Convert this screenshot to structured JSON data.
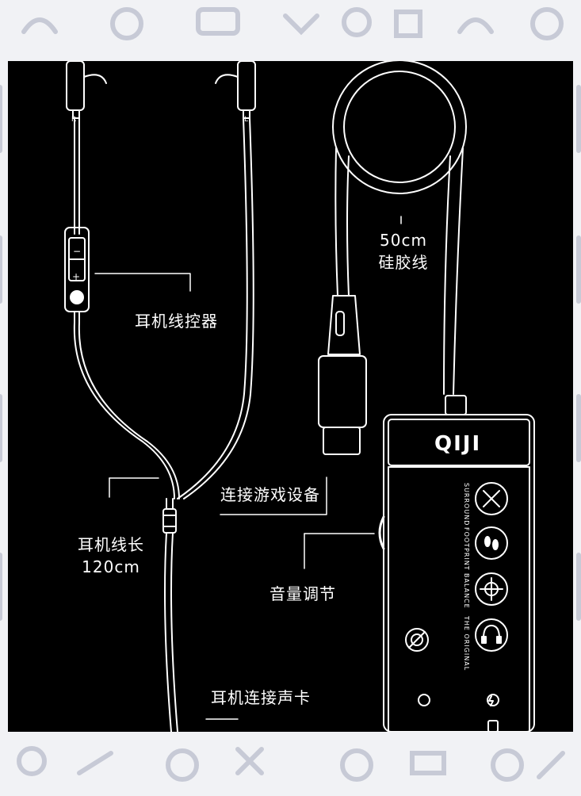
{
  "brand": {
    "logo_text": "QIJI"
  },
  "callouts": {
    "controller": "耳机线控器",
    "cable_length_line1": "耳机线长",
    "cable_length_line2": "120cm",
    "silicone_line1": "50cm",
    "silicone_line2": "硅胶线",
    "connect_game": "连接游戏设备",
    "volume": "音量调节",
    "headphone_connect": "耳机连接声卡"
  },
  "earbuds": {
    "right_mark": "R",
    "left_mark": "L"
  },
  "controller_buttons": {
    "minus": "−",
    "plus": "+"
  },
  "soundcard_modes": [
    {
      "label": "SURROUND",
      "icon": "surround-icon"
    },
    {
      "label": "FOOTPRINT",
      "icon": "footprint-icon"
    },
    {
      "label": "BALANCE",
      "icon": "crosshair-icon"
    },
    {
      "label": "THE ORIGINAL",
      "icon": "headset-icon"
    }
  ],
  "colors": {
    "panel": "#000000",
    "line": "#ffffff",
    "background": "#f1f2f5",
    "pattern": "#c9ccd6"
  }
}
